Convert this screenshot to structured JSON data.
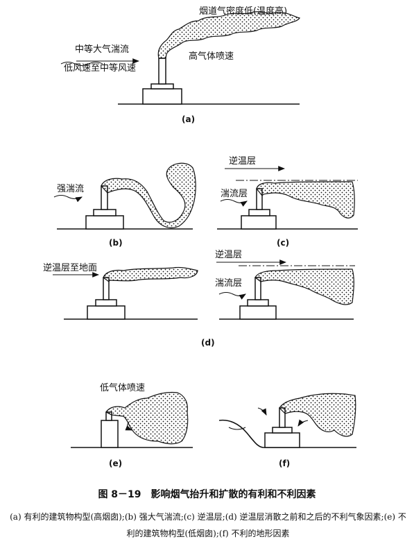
{
  "labels": {
    "a_flue": "烟道气密度低(温度高)",
    "a_turb": "中等大气湍流",
    "a_wind": "低风速至中等风速",
    "a_exit": "高气体喷速",
    "b_turb": "强湍流",
    "c_inv": "逆温层",
    "c_turb": "湍流层",
    "d1_inv": "逆温层至地面",
    "d2_inv": "逆温层",
    "d2_turb": "湍流层",
    "e_exit": "低气体喷速"
  },
  "panels": {
    "a": "(a)",
    "b": "(b)",
    "c": "(c)",
    "d": "(d)",
    "e": "(e)",
    "f": "(f)"
  },
  "caption": {
    "title": "图 8－19　影响烟气抬升和扩散的有利和不利因素",
    "body": "(a) 有利的建筑物构型(高烟囱);(b) 强大气湍流;(c) 逆温层;(d) 逆温层消散之前和之后的不利气象因素;(e) 不利的建筑物构型(低烟囱);(f) 不利的地形因素"
  }
}
